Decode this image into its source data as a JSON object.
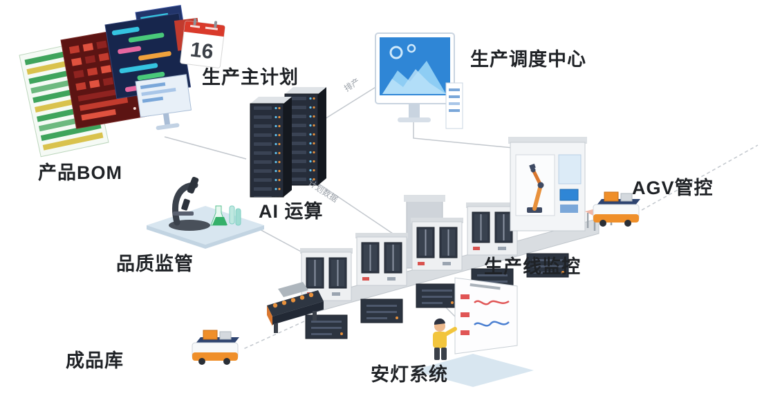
{
  "diagram": {
    "background": "#ffffff",
    "nodes": {
      "product_bom": {
        "label": "产品BOM"
      },
      "master_plan": {
        "label": "生产主计划"
      },
      "dispatch_center": {
        "label": "生产调度中心"
      },
      "ai_compute": {
        "label": "AI 运算"
      },
      "quality": {
        "label": "品质监管"
      },
      "line_monitor": {
        "label": "生产线监控"
      },
      "agv_control": {
        "label": "AGV管控"
      },
      "finished_goods": {
        "label": "成品库"
      },
      "andon": {
        "label": "安灯系统"
      }
    },
    "edge_labels": {
      "scheduling": "排产",
      "plan_data": "计划数据"
    },
    "calendar": {
      "day": "16"
    },
    "icons": {
      "bom-screens-icon": "layered dashboard screens",
      "calendar-icon": "calendar page",
      "server-rack-icon": "twin server towers",
      "dispatch-monitor-icon": "monitor with chart",
      "quality-microscope-icon": "microscope with flasks",
      "production-line-icon": "isometric production line",
      "robot-cell-icon": "robot arm cabinet",
      "agv-icon": "AGV cart",
      "infeed-conveyor-icon": "conveyor with rollers",
      "andon-icon": "worker with andon board"
    },
    "colors": {
      "label_text": "#1f2226",
      "connector": "#c2c7cd",
      "screen_blue": "#2f86d6",
      "server_dark": "#262d3a",
      "accent_orange": "#ef8f2a",
      "alert_red": "#d93a2b",
      "platform_blue": "#d8e6f0"
    }
  }
}
